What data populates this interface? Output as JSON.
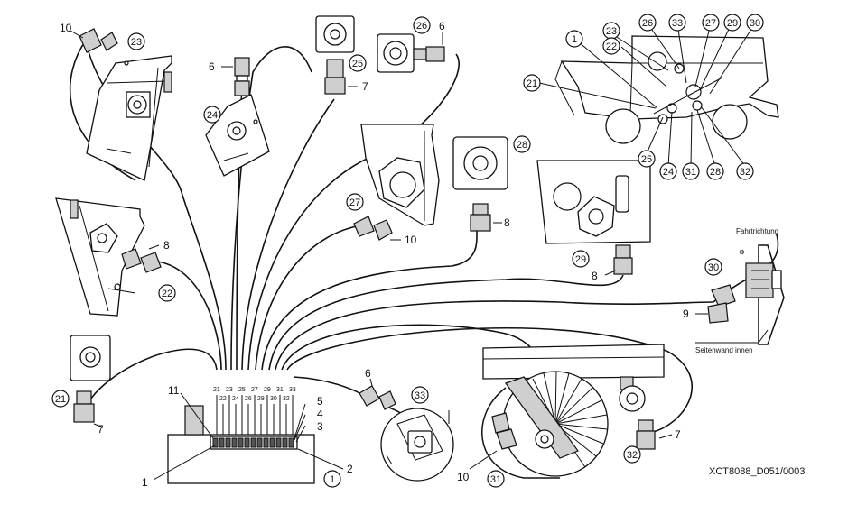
{
  "labels": {
    "drawing_code": "XCT8088_D051/0003",
    "travel_direction": "Fahrtrichtung",
    "side_wall_inner": "Seitenwand innen",
    "travel_symbol": "⊗"
  },
  "callouts": {
    "c1_block": "1",
    "c1_harv": "1",
    "c21": "21",
    "c21_harv": "21",
    "c22": "22",
    "c22_harv": "22",
    "c23": "23",
    "c23_harv": "23",
    "c24": "24",
    "c24_harv": "24",
    "c25": "25",
    "c25_harv": "25",
    "c26": "26",
    "c26_harv": "26",
    "c27": "27",
    "c27_harv": "27",
    "c28": "28",
    "c28_harv": "28",
    "c29": "29",
    "c29_harv": "29",
    "c30": "30",
    "c30_harv": "30",
    "c31": "31",
    "c31_harv": "31",
    "c32": "32",
    "c32_harv": "32",
    "c33": "33",
    "c33_harv": "33"
  },
  "part_numbers": {
    "p1": "1",
    "p2": "2",
    "p3": "3",
    "p4": "4",
    "p5": "5",
    "p11": "11",
    "p6_a": "6",
    "p6_b": "6",
    "p6_c": "6",
    "p7_a": "7",
    "p7_b": "7",
    "p7_c": "7",
    "p8_a": "8",
    "p8_b": "8",
    "p8_c": "8",
    "p9": "9",
    "p10_a": "10",
    "p10_b": "10",
    "p10_c": "10"
  },
  "port_labels": {
    "top": [
      "21",
      "23",
      "25",
      "27",
      "29",
      "31",
      "33"
    ],
    "bottom": [
      "22",
      "24",
      "26",
      "28",
      "30",
      "32"
    ]
  }
}
